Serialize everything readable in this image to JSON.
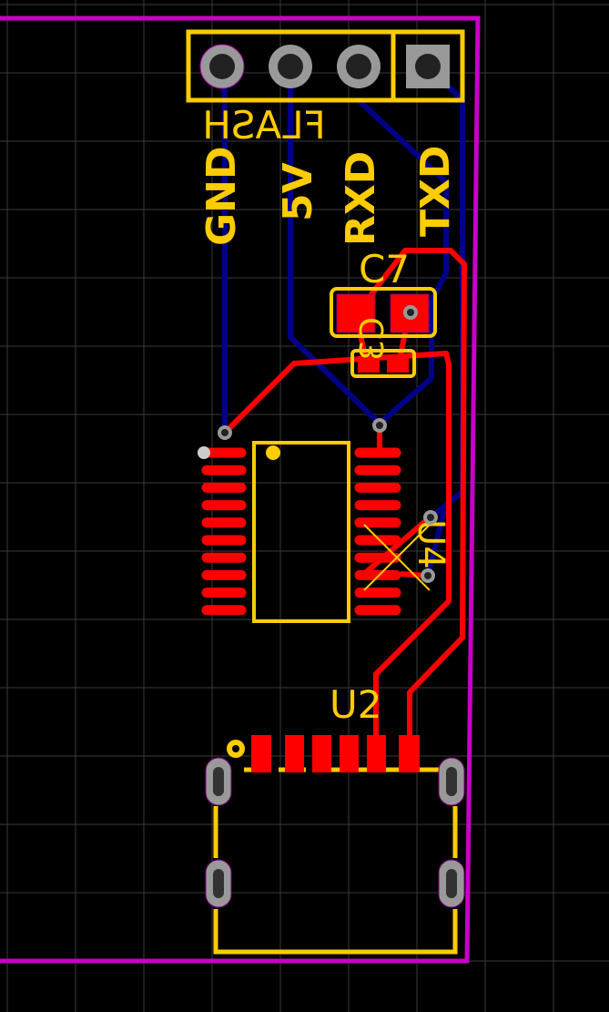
{
  "colors": {
    "background": "#000000",
    "grid": "#3a3a3a",
    "board_outline": "#c800c8",
    "silkscreen": "#ffcc00",
    "top_copper": "#ff0000",
    "bottom_copper": "#000088",
    "pad_via": "#999999"
  },
  "header": {
    "label": "FLASH",
    "pins": [
      "GND",
      "5V",
      "RXD",
      "TXD"
    ]
  },
  "components": {
    "c7": "C7",
    "c3": "C3",
    "u4": "U4",
    "u2": "U2"
  }
}
